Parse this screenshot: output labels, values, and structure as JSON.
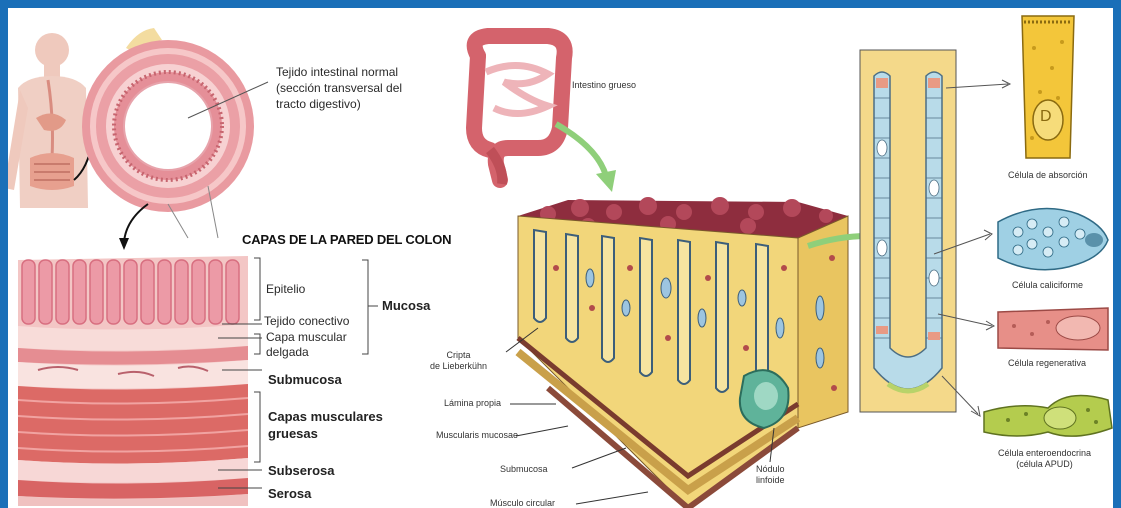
{
  "left_panel": {
    "normal_tissue_label": "Tejido intestinal normal (sección transversal del tracto digestivo)",
    "normal_tissue_lines": [
      "Tejido intestinal normal",
      "(sección transversal del",
      "tracto digestivo)"
    ],
    "wall_title": "CAPAS DE LA PARED DEL COLON",
    "layers": {
      "epitelio": "Epitelio",
      "tejido_conectivo": "Tejido conectivo",
      "capa_muscular_delgada_1": "Capa muscular",
      "capa_muscular_delgada_2": "delgada",
      "mucosa": "Mucosa",
      "submucosa": "Submucosa",
      "capas_musculares_1": "Capas musculares",
      "capas_musculares_2": "gruesas",
      "subserosa": "Subserosa",
      "serosa": "Serosa"
    }
  },
  "middle_panel": {
    "intestino_grueso": "Intestino grueso",
    "cripta_1": "Cripta",
    "cripta_2": "de Lieberkühn",
    "lamina_propia": "Lámina propia",
    "muscularis_mucosae": "Muscularis mucosae",
    "submucosa": "Submucosa",
    "musculo_circular": "Músculo circular",
    "nodulo_1": "Nódulo",
    "nodulo_2": "linfoide"
  },
  "right_panel": {
    "absorcion": "Célula de absorción",
    "caliciforme": "Célula caliciforme",
    "regenerativa": "Célula regenerativa",
    "enteroendocrina_1": "Célula enteroendocrina",
    "enteroendocrina_2": "(célula APUD)",
    "nucleus_letter": "D"
  },
  "colors": {
    "frame": "#1a6fb8",
    "tissue_pink": "#e9a1a4",
    "muscle_red": "#d9564f",
    "yellow_tissue": "#f2d67a",
    "arrow_green": "#8fcf7a"
  }
}
